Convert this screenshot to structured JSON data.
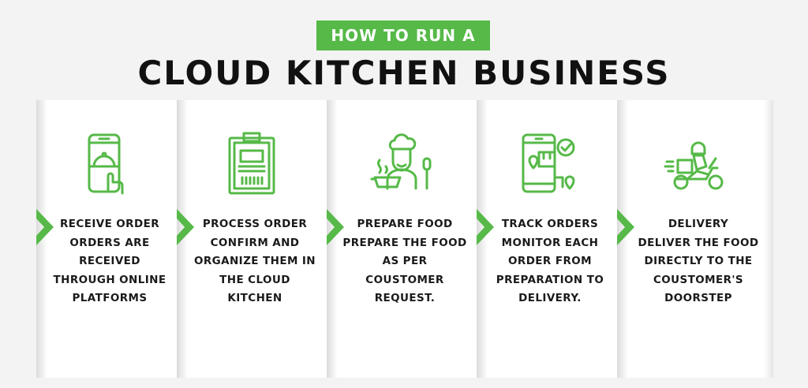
{
  "header": {
    "badge": "HOW TO RUN A",
    "title": "CLOUD KITCHEN BUSINESS"
  },
  "colors": {
    "accent": "#56b948",
    "text": "#1a1a1a",
    "background": "#f3f3f3"
  },
  "steps": [
    {
      "icon": "phone-order-icon",
      "title": "RECEIVE ORDER",
      "description": "ORDERS ARE RECEIVED THROUGH ONLINE PLATFORMS"
    },
    {
      "icon": "clipboard-icon",
      "title": "PROCESS ORDER",
      "description": "CONFIRM AND ORGANIZE THEM IN THE CLOUD KITCHEN"
    },
    {
      "icon": "chef-cooking-icon",
      "title": "PREPARE FOOD",
      "description": "PREPARE THE FOOD AS PER COUSTOMER REQUEST."
    },
    {
      "icon": "phone-tracking-icon",
      "title": "TRACK ORDERS",
      "description": "MONITOR EACH ORDER FROM PREPARATION TO DELIVERY."
    },
    {
      "icon": "delivery-scooter-icon",
      "title": "DELIVERY",
      "description": "DELIVER THE FOOD DIRECTLY TO THE COUSTOMER'S DOORSTEP"
    }
  ]
}
